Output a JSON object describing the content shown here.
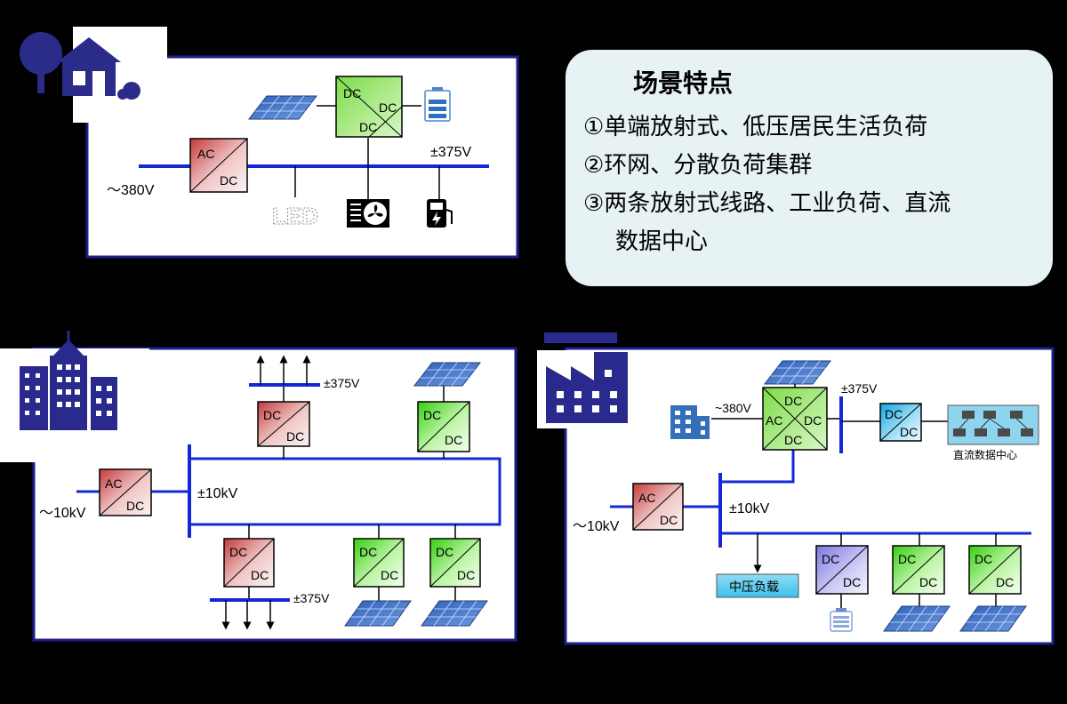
{
  "panel": {
    "title": "场景特点",
    "items": [
      "①单端放射式、低压居民生活负荷",
      "②环网、分散负荷集群",
      "③两条放射式线路、工业负荷、直流"
    ],
    "item3_cont": "数据中心"
  },
  "residential": {
    "ac_voltage": "～380V",
    "dc_voltage": "±375V",
    "rectifier": {
      "top": "AC",
      "bottom": "DC"
    },
    "hub": {
      "left": "DC",
      "right": "DC",
      "bottom": "DC"
    },
    "led_label": "LED"
  },
  "urban": {
    "ac_voltage": "～10kV",
    "bus_voltage": "±10kV",
    "upper_dc_voltage": "±375V",
    "lower_dc_voltage": "±375V",
    "rectifier": {
      "top": "AC",
      "bottom": "DC"
    },
    "dcdc": {
      "top": "DC",
      "bottom": "DC"
    }
  },
  "industrial": {
    "ac_voltage": "～10kV",
    "bus_voltage": "±10kV",
    "low_ac_voltage": "~380V",
    "dc_voltage": "±375V",
    "rectifier": {
      "top": "AC",
      "bottom": "DC"
    },
    "hub": {
      "top": "DC",
      "left": "AC",
      "right": "DC",
      "bottom": "DC"
    },
    "dcdc": {
      "top": "DC",
      "bottom": "DC"
    },
    "mv_load_label": "中压负载",
    "datacenter_label": "直流数据中心"
  },
  "colors": {
    "bus": "#1428d8",
    "frame": "#1e1e8c",
    "building": "#2a2a8e",
    "rectifier_top": "#d86a6a",
    "rectifier_bottom": "#f8eaea",
    "dcdc_green_top": "#42d61a",
    "dcdc_green_bottom": "#f0ffe8",
    "hub_green_top": "#8fe35a",
    "dcdc_cyan_top": "#18b0e8",
    "dcdc_purple_top": "#8a86e6",
    "panel_bg": "#e7f2f5"
  }
}
